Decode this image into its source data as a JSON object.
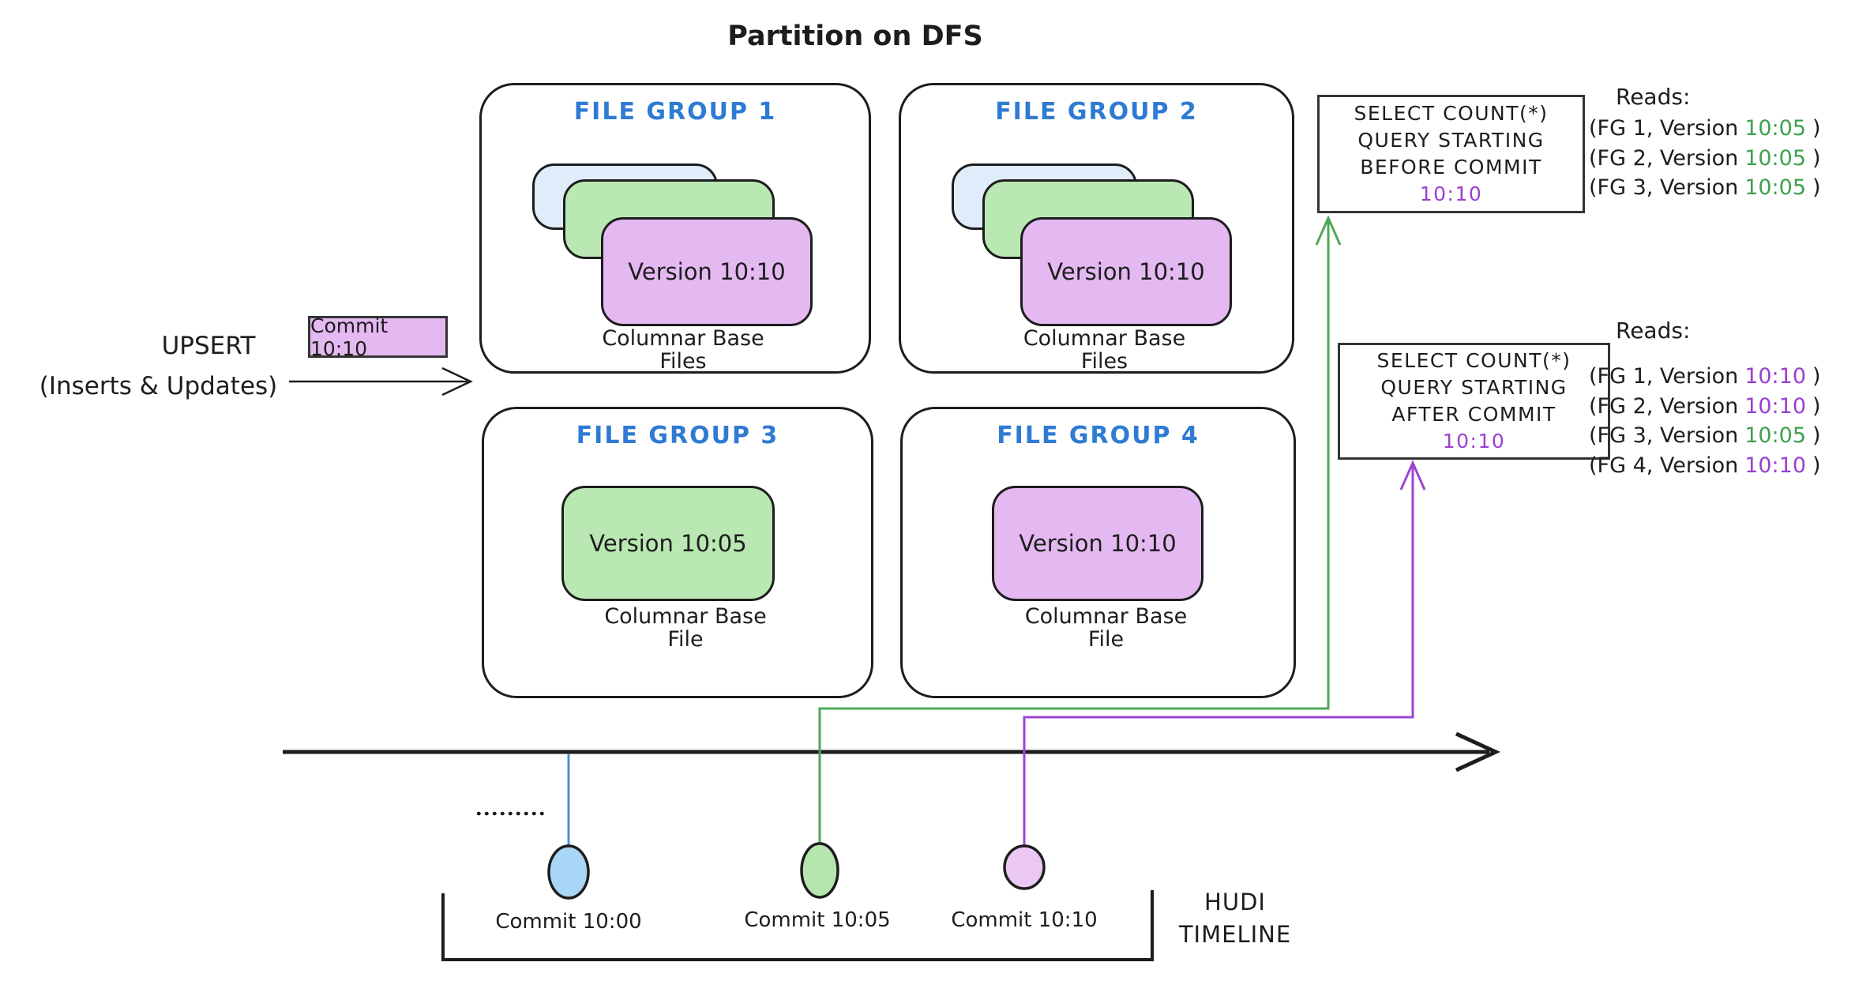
{
  "title": "Partition on DFS",
  "colors": {
    "ink": "#1d1d1d",
    "heading_blue": "#2f7bd3",
    "fill_purple": "#e4b9f1",
    "fill_green": "#b9e8b2",
    "fill_lightblue": "#dfecf9",
    "fill_blue_circle": "#a9d6f6",
    "fill_green_circle": "#b5e6ae",
    "fill_purple_circle": "#ebc8f3",
    "stroke_blue": "#4a90d5",
    "stroke_green": "#4ca858",
    "stroke_purple": "#9c45d2"
  },
  "upsert": {
    "line1": "UPSERT",
    "line2": "(Inserts & Updates)",
    "commit_label": "Commit 10:10"
  },
  "file_groups": [
    {
      "name": "FILE GROUP 1",
      "version_label": "Version 10:10",
      "caption": [
        "Columnar Base",
        "Files"
      ]
    },
    {
      "name": "FILE GROUP 2",
      "version_label": "Version 10:10",
      "caption": [
        "Columnar Base",
        "Files"
      ]
    },
    {
      "name": "FILE GROUP 3",
      "version_label": "Version 10:05",
      "caption": [
        "Columnar Base",
        "File"
      ]
    },
    {
      "name": "FILE GROUP 4",
      "version_label": "Version 10:10",
      "caption": [
        "Columnar Base",
        "File"
      ]
    }
  ],
  "queries": [
    {
      "lines": [
        "SELECT COUNT(*)",
        "QUERY STARTING",
        "BEFORE COMMIT"
      ],
      "time": "10:10",
      "time_color": "#9b3fd1",
      "reads_title": "Reads:",
      "reads": [
        {
          "prefix": "(FG 1, Version",
          "time": "10:05",
          "suffix": ")",
          "color": "#3fa14e"
        },
        {
          "prefix": "(FG 2, Version",
          "time": "10:05",
          "suffix": ")",
          "color": "#3fa14e"
        },
        {
          "prefix": "(FG 3, Version",
          "time": "10:05",
          "suffix": ")",
          "color": "#3fa14e"
        }
      ]
    },
    {
      "lines": [
        "SELECT COUNT(*)",
        "QUERY STARTING",
        "AFTER COMMIT"
      ],
      "time": "10:10",
      "time_color": "#9b3fd1",
      "reads_title": "Reads:",
      "reads": [
        {
          "prefix": "(FG 1, Version",
          "time": "10:10",
          "suffix": ")",
          "color": "#9b3fd1"
        },
        {
          "prefix": "(FG 2, Version",
          "time": "10:10",
          "suffix": ")",
          "color": "#9b3fd1"
        },
        {
          "prefix": "(FG 3, Version",
          "time": "10:05",
          "suffix": ")",
          "color": "#3fa14e"
        },
        {
          "prefix": "(FG 4, Version",
          "time": "10:10",
          "suffix": ")",
          "color": "#9b3fd1"
        }
      ]
    }
  ],
  "timeline": {
    "commits": [
      {
        "label": "Commit 10:00"
      },
      {
        "label": "Commit 10:05"
      },
      {
        "label": "Commit 10:10"
      }
    ],
    "bracket_label": [
      "HUDI",
      "TIMELINE"
    ]
  }
}
